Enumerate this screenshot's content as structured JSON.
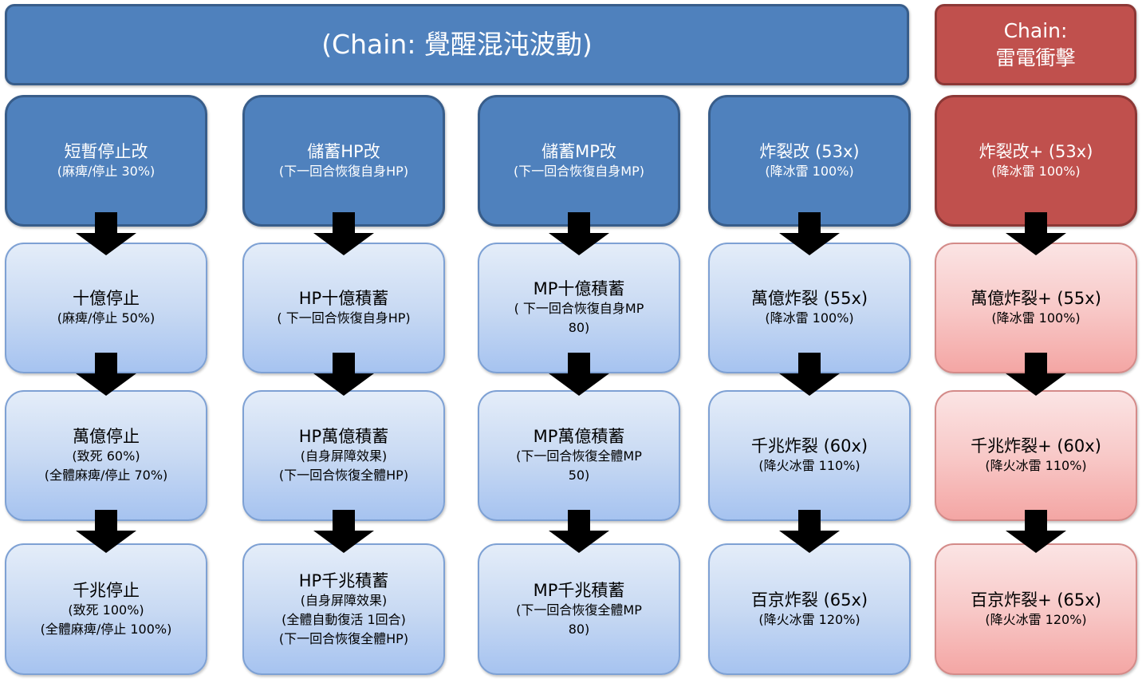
{
  "headers": {
    "main": "(Chain: 覺醒混沌波動)",
    "side_line1": "Chain:",
    "side_line2": "雷電衝擊"
  },
  "columns": [
    {
      "id": "stop",
      "theme": "blue",
      "items": [
        {
          "name": "短暫停止改",
          "desc": [
            "(麻痺/停止 30%)"
          ]
        },
        {
          "name": "十億停止",
          "desc": [
            "(麻痺/停止 50%)"
          ]
        },
        {
          "name": "萬億停止",
          "desc": [
            "(致死 60%)",
            "(全體麻痺/停止 70%)"
          ]
        },
        {
          "name": "千兆停止",
          "desc": [
            "(致死 100%)",
            "(全體麻痺/停止 100%)"
          ]
        }
      ]
    },
    {
      "id": "hp-charge",
      "theme": "blue",
      "items": [
        {
          "name": "儲蓄HP改",
          "desc": [
            "(下一回合恢復自身HP)"
          ]
        },
        {
          "name": "HP十億積蓄",
          "desc": [
            "( 下一回合恢復自身HP)"
          ]
        },
        {
          "name": "HP萬億積蓄",
          "desc": [
            "(自身屏障效果)",
            "(下一回合恢復全體HP)"
          ]
        },
        {
          "name": "HP千兆積蓄",
          "desc": [
            "(自身屏障效果)",
            "(全體自動復活 1回合)",
            "(下一回合恢復全體HP)"
          ]
        }
      ]
    },
    {
      "id": "mp-charge",
      "theme": "blue",
      "items": [
        {
          "name": "儲蓄MP改",
          "desc": [
            "(下一回合恢復自身MP)"
          ]
        },
        {
          "name": "MP十億積蓄",
          "desc": [
            "( 下一回合恢復自身MP",
            "80)"
          ]
        },
        {
          "name": "MP萬億積蓄",
          "desc": [
            "(下一回合恢復全體MP",
            "50)"
          ]
        },
        {
          "name": "MP千兆積蓄",
          "desc": [
            "(下一回合恢復全體MP",
            "80)"
          ]
        }
      ]
    },
    {
      "id": "burst",
      "theme": "blue",
      "items": [
        {
          "name": "炸裂改 (53x)",
          "desc": [
            "(降冰雷 100%)"
          ]
        },
        {
          "name": "萬億炸裂 (55x)",
          "desc": [
            "(降冰雷 100%)"
          ]
        },
        {
          "name": "千兆炸裂 (60x)",
          "desc": [
            "(降火冰雷 110%)"
          ]
        },
        {
          "name": "百京炸裂 (65x)",
          "desc": [
            "(降火冰雷 120%)"
          ]
        }
      ]
    },
    {
      "id": "burst-plus",
      "theme": "red",
      "items": [
        {
          "name": "炸裂改+ (53x)",
          "desc": [
            "(降冰雷 100%)"
          ]
        },
        {
          "name": "萬億炸裂+ (55x)",
          "desc": [
            "(降冰雷 100%)"
          ]
        },
        {
          "name": "千兆炸裂+ (60x)",
          "desc": [
            "(降火冰雷 110%)"
          ]
        },
        {
          "name": "百京炸裂+ (65x)",
          "desc": [
            "(降火冰雷 120%)"
          ]
        }
      ]
    }
  ],
  "colors": {
    "blue_fill": "#4f81bd",
    "red_fill": "#c0504d",
    "blue_light": "#c9daf3",
    "red_light": "#f8c9c8",
    "arrow": "#000000"
  }
}
